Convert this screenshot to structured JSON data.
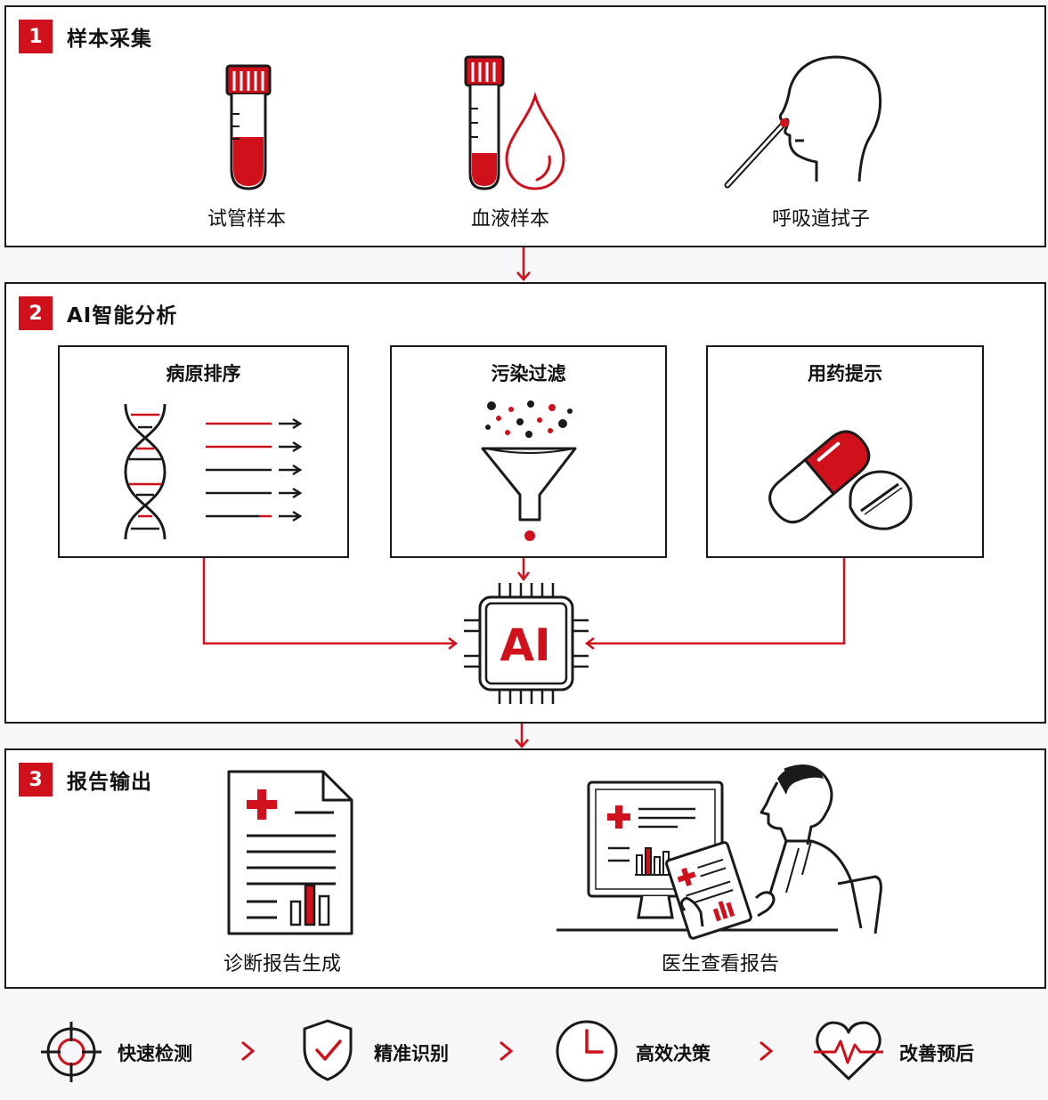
{
  "sections": [
    {
      "number": "1",
      "title": "样本采集",
      "items": [
        "试管样本",
        "血液样本",
        "呼吸道拭子"
      ]
    },
    {
      "number": "2",
      "title": "AI智能分析",
      "boxes": [
        "病原排序",
        "污染过滤",
        "用药提示"
      ],
      "chip_label": "AI"
    },
    {
      "number": "3",
      "title": "报告输出",
      "items": [
        "诊断报告生成",
        "医生查看报告"
      ]
    }
  ],
  "features": [
    "快速检测",
    "精准识别",
    "高效决策",
    "改善预后"
  ],
  "colors": {
    "accent": "#d0101a",
    "line": "#1a1a1a",
    "background": "#f7f6f8"
  },
  "icons": [
    "crosshair-icon",
    "shield-check-icon",
    "clock-icon",
    "heartbeat-icon",
    "chevron-right-icon"
  ]
}
